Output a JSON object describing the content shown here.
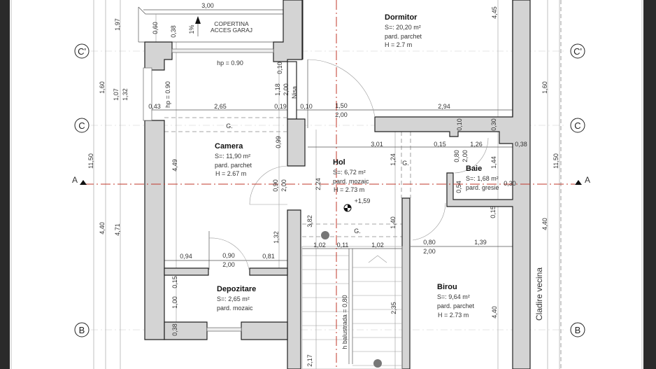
{
  "drawing": {
    "grid_axes": {
      "c_prime": "C'",
      "c": "C",
      "b": "B"
    },
    "section": "A",
    "canopy": {
      "line1": "COPERTINA",
      "line2": "ACCES GARAJ",
      "slope": "1%"
    },
    "rooms": [
      {
        "name": "Dormitor",
        "area": "S=: 20,20 m²",
        "floor": "pard. parchet",
        "height": "H = 2.7 m"
      },
      {
        "name": "Camera",
        "area": "S=: 11,90 m²",
        "floor": "pard. parchet",
        "height": "H = 2.67 m"
      },
      {
        "name": "Hol",
        "area": "S=: 6,72 m²",
        "floor": "pard. mozaic",
        "height": "H = 2.73 m"
      },
      {
        "name": "Baie",
        "area": "S=: 1,68 m²",
        "floor": "pard. gresie"
      },
      {
        "name": "Depozitare",
        "area": "S=: 2,65 m²",
        "floor": "pard. mozaic"
      },
      {
        "name": "Birou",
        "area": "S=: 9,64 m²",
        "floor": "pard. parchet",
        "height": "H = 2.73 m"
      }
    ],
    "labels": {
      "nisa": "Nisa",
      "level": "+1,59",
      "neighbor": "Cladire vecina",
      "railing": "h balustrada = 0,80",
      "beam": "G."
    },
    "dimensions_h": [
      "3,00",
      "0,43",
      "2,65",
      "0,19",
      "0,10",
      "1,50",
      "2,00",
      "2,94",
      "hp = 0.90",
      "3,01",
      "0,15",
      "1,26",
      "0,38",
      "0,30",
      "1,02",
      "0,11",
      "1,02",
      "0,80",
      "2,00",
      "1,39",
      "0,94",
      "0,90",
      "2,00",
      "0,81"
    ],
    "dimensions_v": [
      "1,97",
      "0,60",
      "0,38",
      "0,10",
      "1,18",
      "2,00",
      "hp = 0.90",
      "1,60",
      "1,07",
      "1,32",
      "11,50",
      "0,99",
      "4,49",
      "0,90",
      "2,00",
      "2,24",
      "4,45",
      "0,10",
      "0,30",
      "1,24",
      "0,80",
      "2,00",
      "1,44",
      "0,54",
      "1,60",
      "11,50",
      "4,40",
      "4,71",
      "3,82",
      "1,32",
      "1,40",
      "0,15",
      "0,15",
      "1,00",
      "0,38",
      "2,35",
      "4,40",
      "4,40",
      "2,17"
    ]
  }
}
